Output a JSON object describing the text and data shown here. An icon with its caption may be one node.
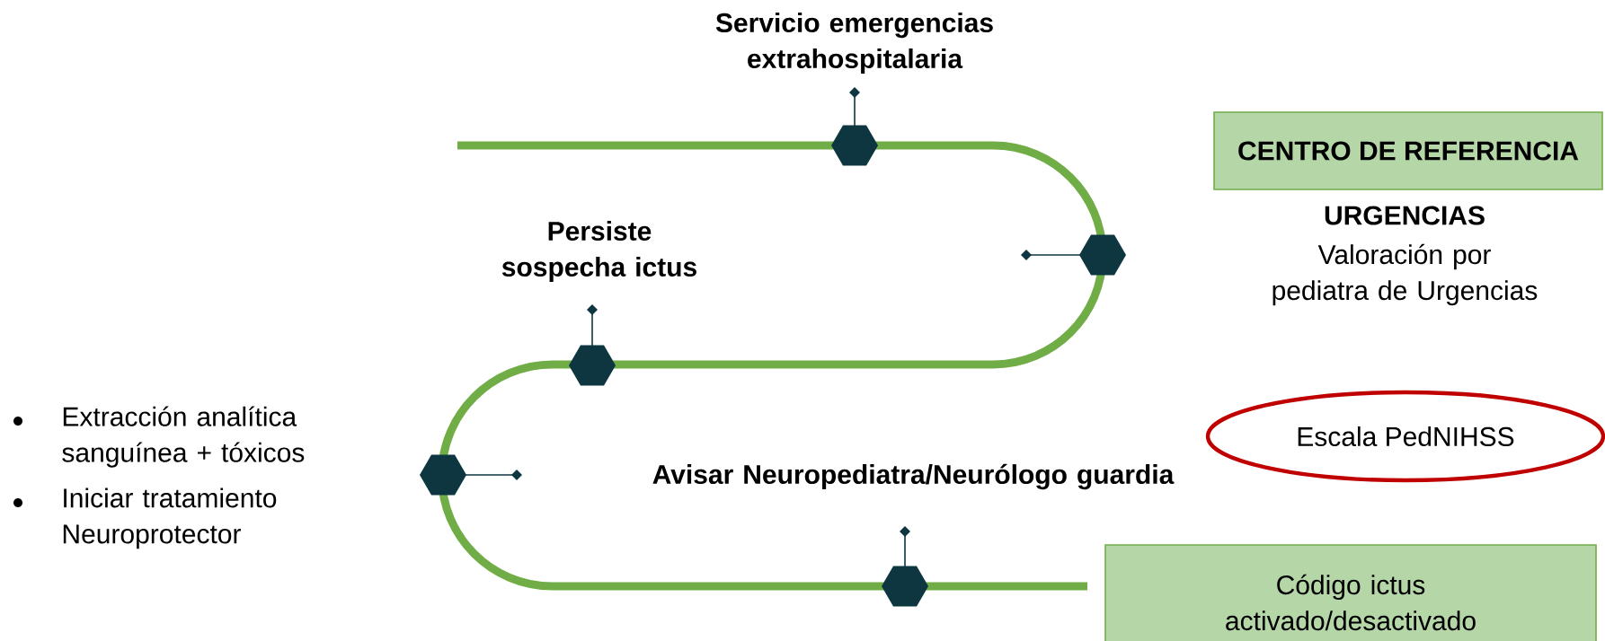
{
  "diagram": {
    "nodes": [
      {
        "text": [
          "CENTRO DE REFERENCIA"
        ]
      },
      {
        "text": [
          "Escala PedNIHSS"
        ]
      },
      {
        "text": [
          "Código ictus activado/desactivado"
        ]
      }
    ],
    "labels": [
      "Servicio emergencias extrahospitalaria",
      "URGENCIAS",
      "Valoración por pediatra de Urgencias",
      "Persiste sospecha ictus",
      "Extracción analítica sanguínea + tóxicos",
      "Iniciar tratamiento Neuroprotector",
      "Avisar Neuropediatra/Neurólogo guardia"
    ]
  }
}
